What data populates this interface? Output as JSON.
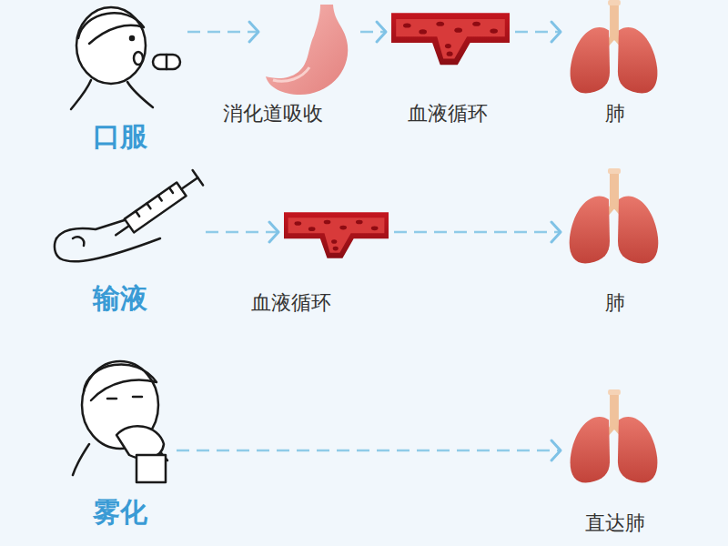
{
  "diagram": {
    "nodes": [
      {
        "text": [
          "口服"
        ]
      },
      {
        "text": [
          "消化道吸收"
        ]
      },
      {
        "text": [
          "血液循环"
        ]
      },
      {
        "text": [
          "肺"
        ]
      },
      {
        "text": [
          "输液"
        ]
      },
      {
        "text": [
          "血液循环"
        ]
      },
      {
        "text": [
          "肺"
        ]
      },
      {
        "text": [
          "雾化"
        ]
      },
      {
        "text": [
          "直达肺"
        ]
      }
    ],
    "edges": [
      {
        "from": 0,
        "to": 1,
        "arrow": "to"
      },
      {
        "from": 1,
        "to": 2,
        "arrow": "to"
      },
      {
        "from": 2,
        "to": 3,
        "arrow": "to"
      },
      {
        "from": 4,
        "to": 5,
        "arrow": "to"
      },
      {
        "from": 5,
        "to": 6,
        "arrow": "to"
      },
      {
        "from": 7,
        "to": 8,
        "arrow": "to"
      }
    ]
  }
}
